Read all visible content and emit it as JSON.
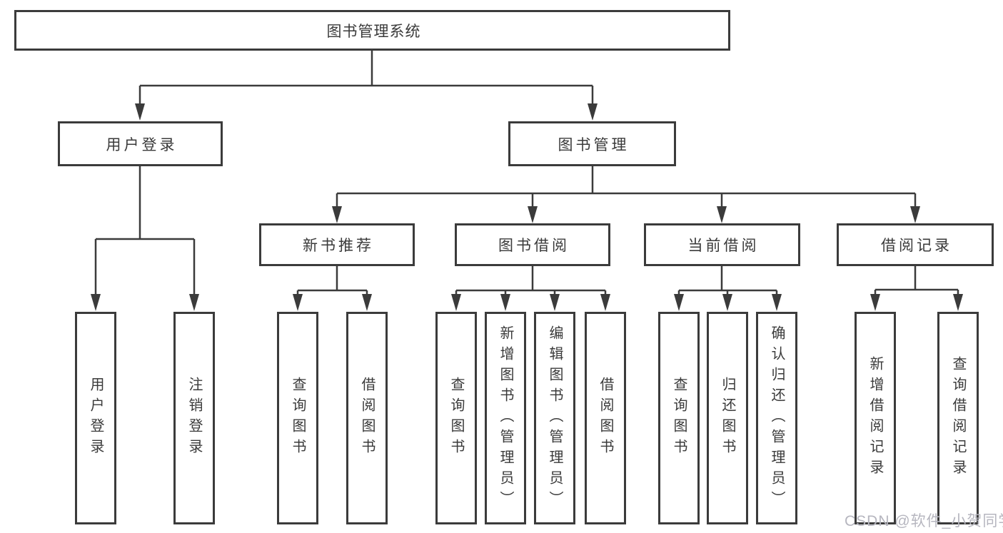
{
  "diagram": {
    "type": "tree",
    "root": {
      "label": "图书管理系统",
      "children": [
        {
          "label": "用户登录",
          "children": [
            {
              "label": "用户登录"
            },
            {
              "label": "注销登录"
            }
          ]
        },
        {
          "label": "图书管理",
          "children": [
            {
              "label": "新书推荐",
              "children": [
                {
                  "label": "查询图书"
                },
                {
                  "label": "借阅图书"
                }
              ]
            },
            {
              "label": "图书借阅",
              "children": [
                {
                  "label": "查询图书"
                },
                {
                  "label": "新增图书（管理员）"
                },
                {
                  "label": "编辑图书（管理员）"
                },
                {
                  "label": "借阅图书"
                }
              ]
            },
            {
              "label": "当前借阅",
              "children": [
                {
                  "label": "查询图书"
                },
                {
                  "label": "归还图书"
                },
                {
                  "label": "确认归还（管理员）"
                }
              ]
            },
            {
              "label": "借阅记录",
              "children": [
                {
                  "label": "新增借阅记录"
                },
                {
                  "label": "查询借阅记录"
                }
              ]
            }
          ]
        }
      ]
    }
  },
  "watermark": {
    "text": "CSDN @软件_小贺同学",
    "color": "#b6b6bf"
  },
  "colors": {
    "line": "#3b3b3b",
    "box_border": "#3b3b3b",
    "text": "#3a3a3a",
    "background": "#ffffff"
  }
}
